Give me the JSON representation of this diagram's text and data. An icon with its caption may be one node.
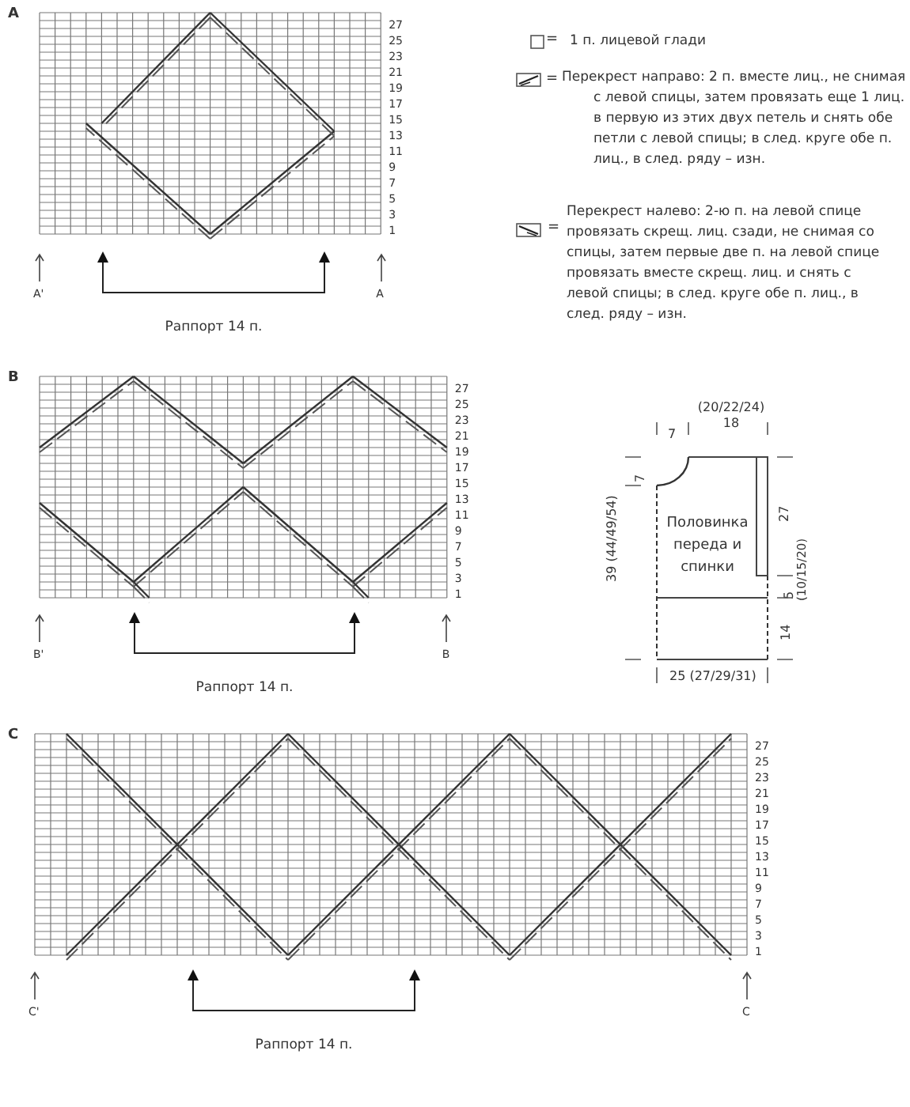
{
  "diagram": {
    "nodes": [
      {
        "text": [
          "Половинка переда и спинки"
        ]
      }
    ],
    "edges": [],
    "labels": [
      "A",
      "27",
      "25",
      "23",
      "21",
      "19",
      "17",
      "15",
      "13",
      "11",
      "9",
      "7",
      "5",
      "3",
      "1",
      "A'",
      "A",
      "Раппорт 14 п.",
      "=",
      "=",
      "=",
      "B",
      "27",
      "25",
      "23",
      "21",
      "19",
      "17",
      "15",
      "13",
      "11",
      "9",
      "7",
      "5",
      "3",
      "1",
      "B'",
      "B",
      "Раппорт 14 п.",
      "7",
      "(20/22/24) 18",
      "7",
      "27",
      "39 (44/49/54)",
      "5",
      "(10/15/20)",
      "14",
      "25 (27/29/31)",
      "C",
      "27",
      "25",
      "23",
      "21",
      "19",
      "17",
      "15",
      "13",
      "11",
      "9",
      "7",
      "5",
      "3",
      "1",
      "C'",
      "C",
      "Раппорт 14 п."
    ],
    "legend": [
      {
        "text": "1 п. лицевой глади"
      },
      {
        "text": "Перекрест направо: 2 п. вместе лиц., не снимая с левой спицы, затем провязать еще 1 лиц. в первую из этих двух петель и снять обе петли с левой спицы; в след. круге обе п. лиц., в след. ряду – изн."
      },
      {
        "text": "Перекрест налево: 2-ю п. на левой спице провязать скрещ. лиц. сзади, не снимая со спицы, затем первые две п. на левой спице провязать вместе скрещ. лиц. и снять с левой спицы; в след. круге обе п. лиц., в след. ряду – изн."
      }
    ]
  }
}
